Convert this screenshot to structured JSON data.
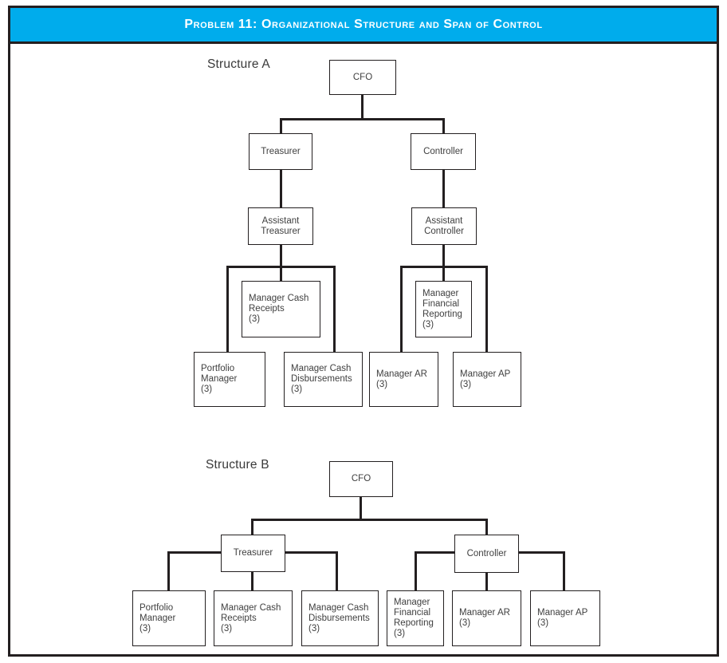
{
  "header": {
    "title": "Problem 11: Organizational Structure and Span of Control",
    "band_color": "#00ACEC",
    "title_color": "#FFFFFF"
  },
  "structure_a": {
    "label": "Structure A",
    "nodes": {
      "cfo": "CFO",
      "treasurer": "Treasurer",
      "controller": "Controller",
      "assistant_treasurer": "Assistant\nTreasurer",
      "assistant_controller": "Assistant\nController",
      "manager_cash_receipts": "Manager Cash\nReceipts\n(3)",
      "manager_financial_reporting": "Manager\nFinancial\nReporting\n(3)",
      "portfolio_manager": "Portfolio\nManager\n(3)",
      "manager_cash_disbursements": "Manager Cash\nDisbursements\n(3)",
      "manager_ar": "Manager AR\n(3)",
      "manager_ap": "Manager AP\n(3)"
    }
  },
  "structure_b": {
    "label": "Structure B",
    "nodes": {
      "cfo": "CFO",
      "treasurer": "Treasurer",
      "controller": "Controller",
      "portfolio_manager": "Portfolio\nManager\n(3)",
      "manager_cash_receipts": "Manager Cash\nReceipts\n(3)",
      "manager_cash_disbursements": "Manager Cash\nDisbursements\n(3)",
      "manager_financial_reporting": "Manager\nFinancial\nReporting\n(3)",
      "manager_ar": "Manager AR\n(3)",
      "manager_ap": "Manager AP\n(3)"
    }
  }
}
